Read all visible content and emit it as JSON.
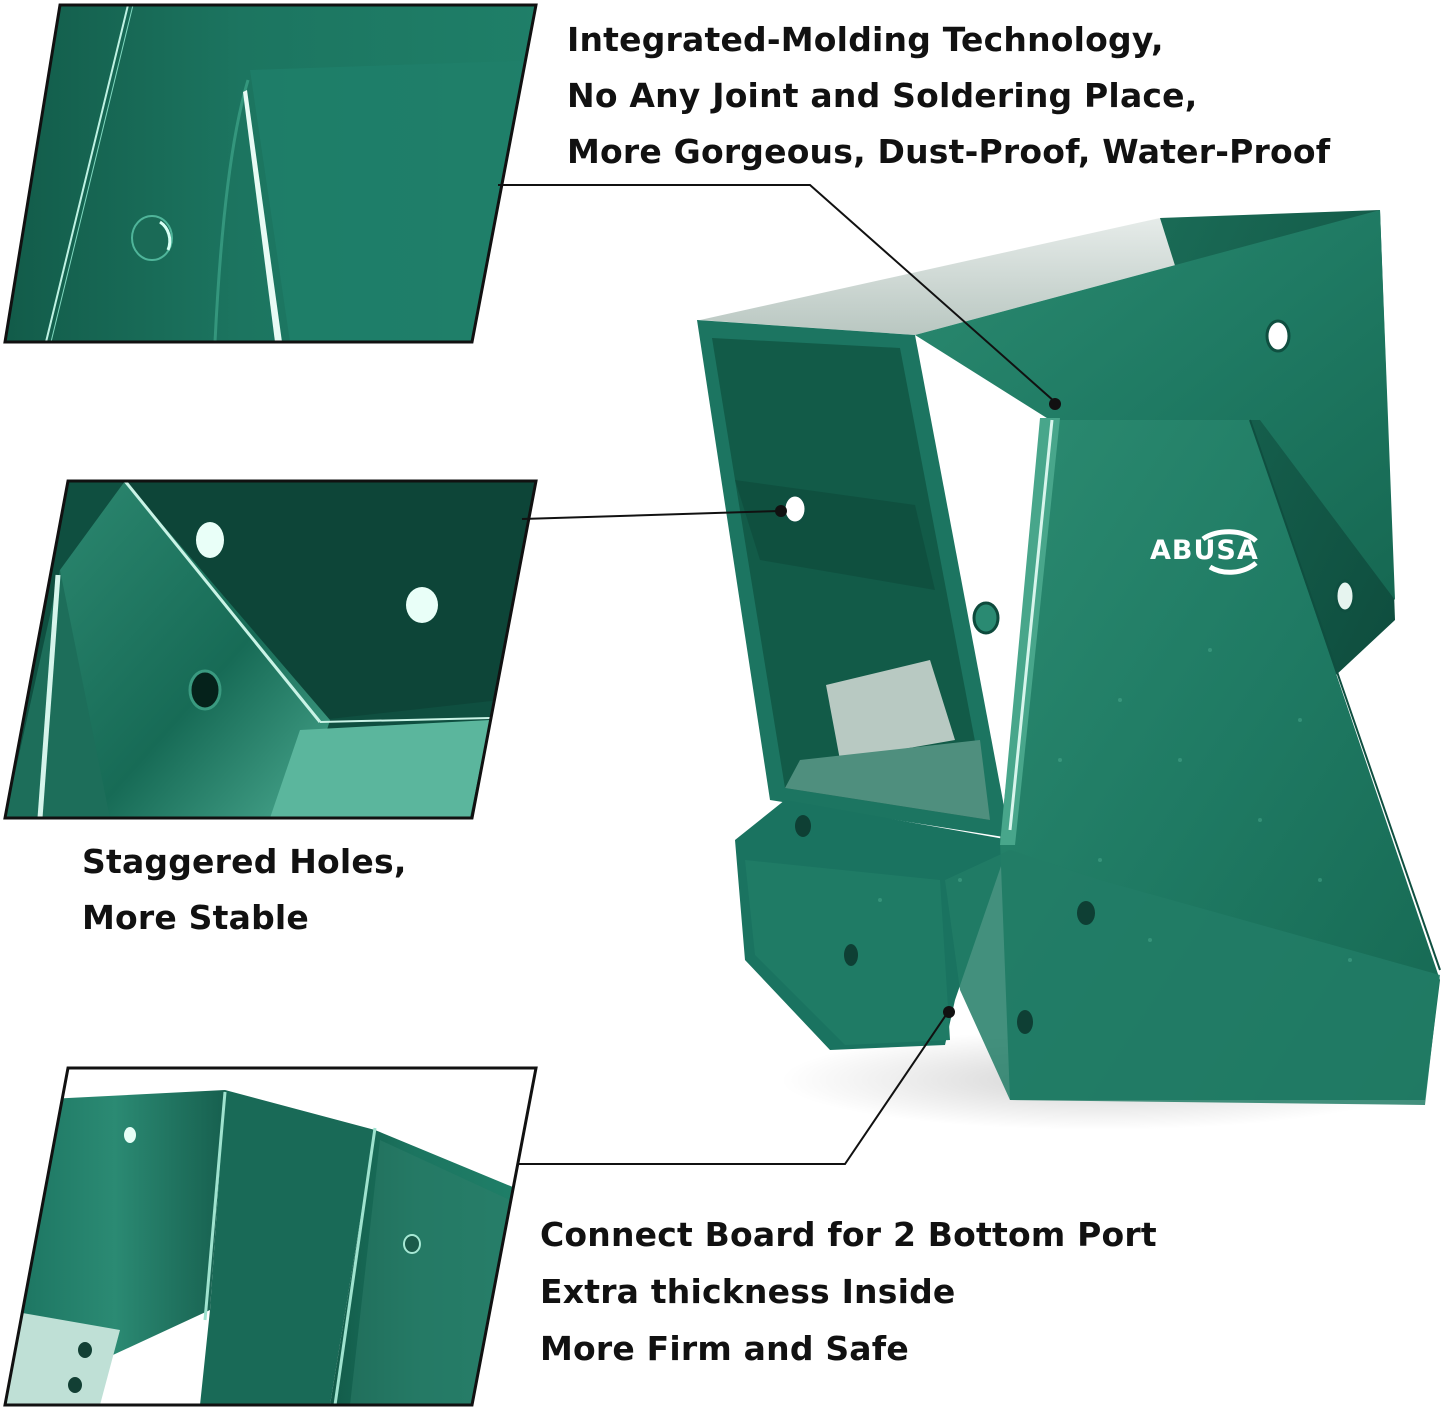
{
  "colors": {
    "background": "#ffffff",
    "bracket_green": "#1f7a63",
    "bracket_green_dark": "#0f4f40",
    "bracket_green_light": "#3a9a80",
    "callout_line": "#111111",
    "text": "#111111",
    "logo_text": "#ffffff"
  },
  "product": {
    "brand_logo": "ABUSA"
  },
  "callouts": [
    {
      "id": "integrated-molding",
      "lines": [
        "Integrated-Molding Technology,",
        "No Any Joint and Soldering Place,",
        "More Gorgeous, Dust-Proof, Water-Proof"
      ]
    },
    {
      "id": "staggered-holes",
      "lines": [
        "Staggered Holes,",
        "More Stable"
      ]
    },
    {
      "id": "connect-board",
      "lines": [
        "Connect Board for 2 Bottom Port",
        "Extra thickness Inside",
        "More Firm and Safe"
      ]
    }
  ],
  "detail_panels": [
    {
      "id": "detail-top",
      "subject": "seamless-corner-closeup"
    },
    {
      "id": "detail-middle",
      "subject": "staggered-holes-closeup"
    },
    {
      "id": "detail-bottom",
      "subject": "connect-board-closeup"
    }
  ]
}
